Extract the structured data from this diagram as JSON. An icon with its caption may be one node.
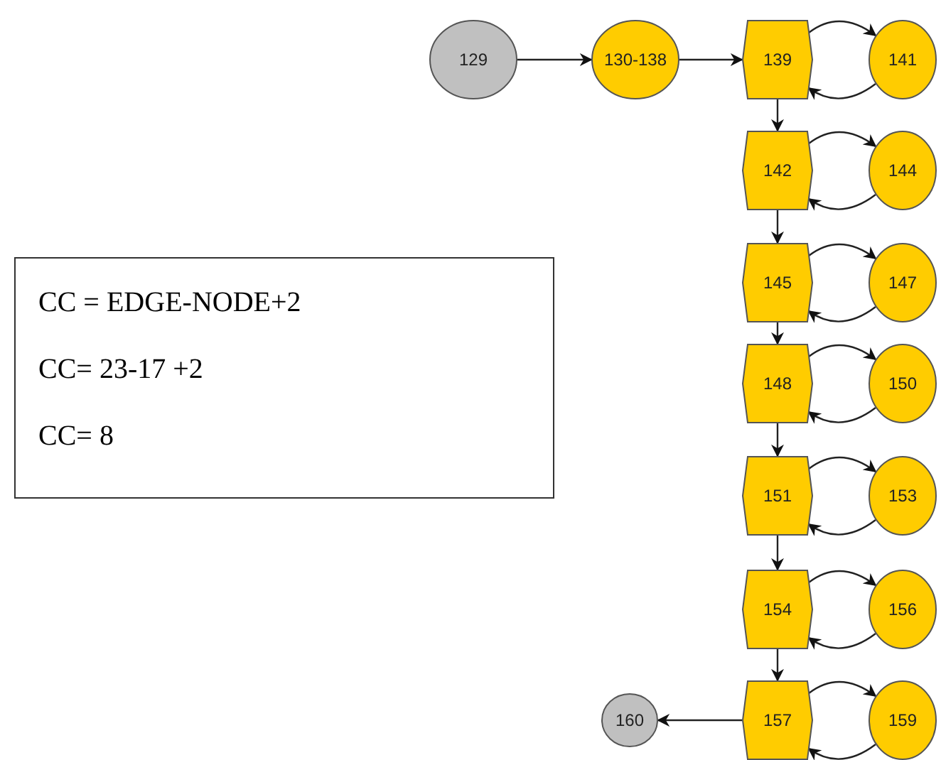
{
  "diagram": {
    "nodes": [
      {
        "text": [
          "129"
        ]
      },
      {
        "text": [
          "130-138"
        ]
      },
      {
        "text": [
          "139"
        ]
      },
      {
        "text": [
          "141"
        ]
      },
      {
        "text": [
          "142"
        ]
      },
      {
        "text": [
          "144"
        ]
      },
      {
        "text": [
          "145"
        ]
      },
      {
        "text": [
          "147"
        ]
      },
      {
        "text": [
          "148"
        ]
      },
      {
        "text": [
          "150"
        ]
      },
      {
        "text": [
          "151"
        ]
      },
      {
        "text": [
          "153"
        ]
      },
      {
        "text": [
          "154"
        ]
      },
      {
        "text": [
          "156"
        ]
      },
      {
        "text": [
          "157"
        ]
      },
      {
        "text": [
          "159"
        ]
      },
      {
        "text": [
          "160"
        ]
      },
      {
        "text": [
          "CC = EDGE-NODE+2",
          "CC= 23-17 +2",
          "CC= 8"
        ]
      }
    ],
    "edges": [
      {
        "from": 0,
        "to": 1,
        "arrow": "to"
      },
      {
        "from": 1,
        "to": 2,
        "arrow": "to"
      },
      {
        "from": 2,
        "to": 3,
        "arrow": "to"
      },
      {
        "from": 3,
        "to": 2,
        "arrow": "to"
      },
      {
        "from": 2,
        "to": 4,
        "arrow": "to"
      },
      {
        "from": 4,
        "to": 5,
        "arrow": "to"
      },
      {
        "from": 5,
        "to": 4,
        "arrow": "to"
      },
      {
        "from": 4,
        "to": 6,
        "arrow": "to"
      },
      {
        "from": 6,
        "to": 7,
        "arrow": "to"
      },
      {
        "from": 7,
        "to": 6,
        "arrow": "to"
      },
      {
        "from": 6,
        "to": 8,
        "arrow": "to"
      },
      {
        "from": 8,
        "to": 9,
        "arrow": "to"
      },
      {
        "from": 9,
        "to": 8,
        "arrow": "to"
      },
      {
        "from": 8,
        "to": 10,
        "arrow": "to"
      },
      {
        "from": 10,
        "to": 11,
        "arrow": "to"
      },
      {
        "from": 11,
        "to": 10,
        "arrow": "to"
      },
      {
        "from": 10,
        "to": 12,
        "arrow": "to"
      },
      {
        "from": 12,
        "to": 13,
        "arrow": "to"
      },
      {
        "from": 13,
        "to": 12,
        "arrow": "to"
      },
      {
        "from": 12,
        "to": 14,
        "arrow": "to"
      },
      {
        "from": 14,
        "to": 15,
        "arrow": "to"
      },
      {
        "from": 15,
        "to": 14,
        "arrow": "to"
      },
      {
        "from": 14,
        "to": 16,
        "arrow": "to"
      }
    ]
  }
}
